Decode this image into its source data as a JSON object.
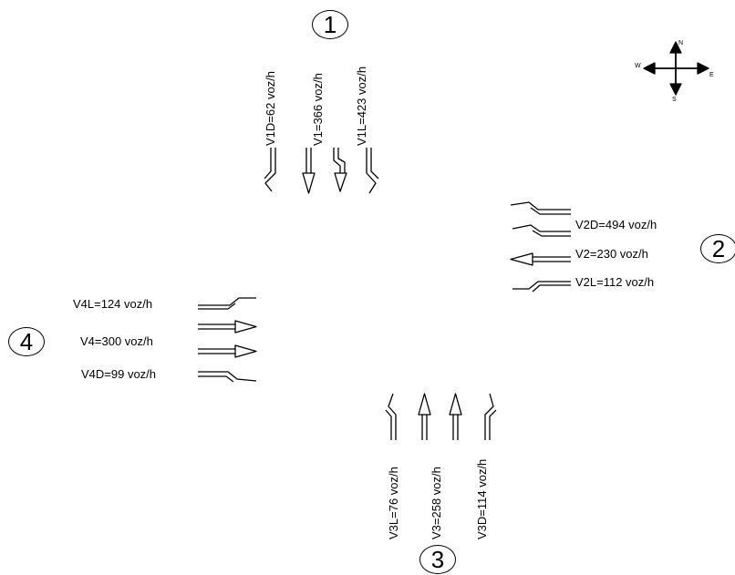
{
  "approaches": {
    "north": {
      "number": "1",
      "labels": {
        "right_turn": "V1D=62 voz/h",
        "through": "V1=366 voz/h",
        "left_turn": "V1L=423 voz/h"
      },
      "flows_veh_per_h": {
        "right_turn": 62,
        "through": 366,
        "left_turn": 423
      }
    },
    "east": {
      "number": "2",
      "labels": {
        "right_turn": "V2D=494 voz/h",
        "through": "V2=230 voz/h",
        "left_turn": "V2L=112 voz/h"
      },
      "flows_veh_per_h": {
        "right_turn": 494,
        "through": 230,
        "left_turn": 112
      }
    },
    "south": {
      "number": "3",
      "labels": {
        "left_turn": "V3L=76 voz/h",
        "through": "V3=258 voz/h",
        "right_turn": "V3D=114 voz/h"
      },
      "flows_veh_per_h": {
        "left_turn": 76,
        "through": 258,
        "right_turn": 114
      }
    },
    "west": {
      "number": "4",
      "labels": {
        "left_turn": "V4L=124 voz/h",
        "through": "V4=300 voz/h",
        "right_turn": "V4D=99 voz/h"
      },
      "flows_veh_per_h": {
        "left_turn": 124,
        "through": 300,
        "right_turn": 99
      }
    }
  },
  "compass": {
    "north": "N",
    "south": "S",
    "east": "E",
    "west": "W"
  },
  "colors": {
    "line": "#000000",
    "background": "#ffffff"
  }
}
